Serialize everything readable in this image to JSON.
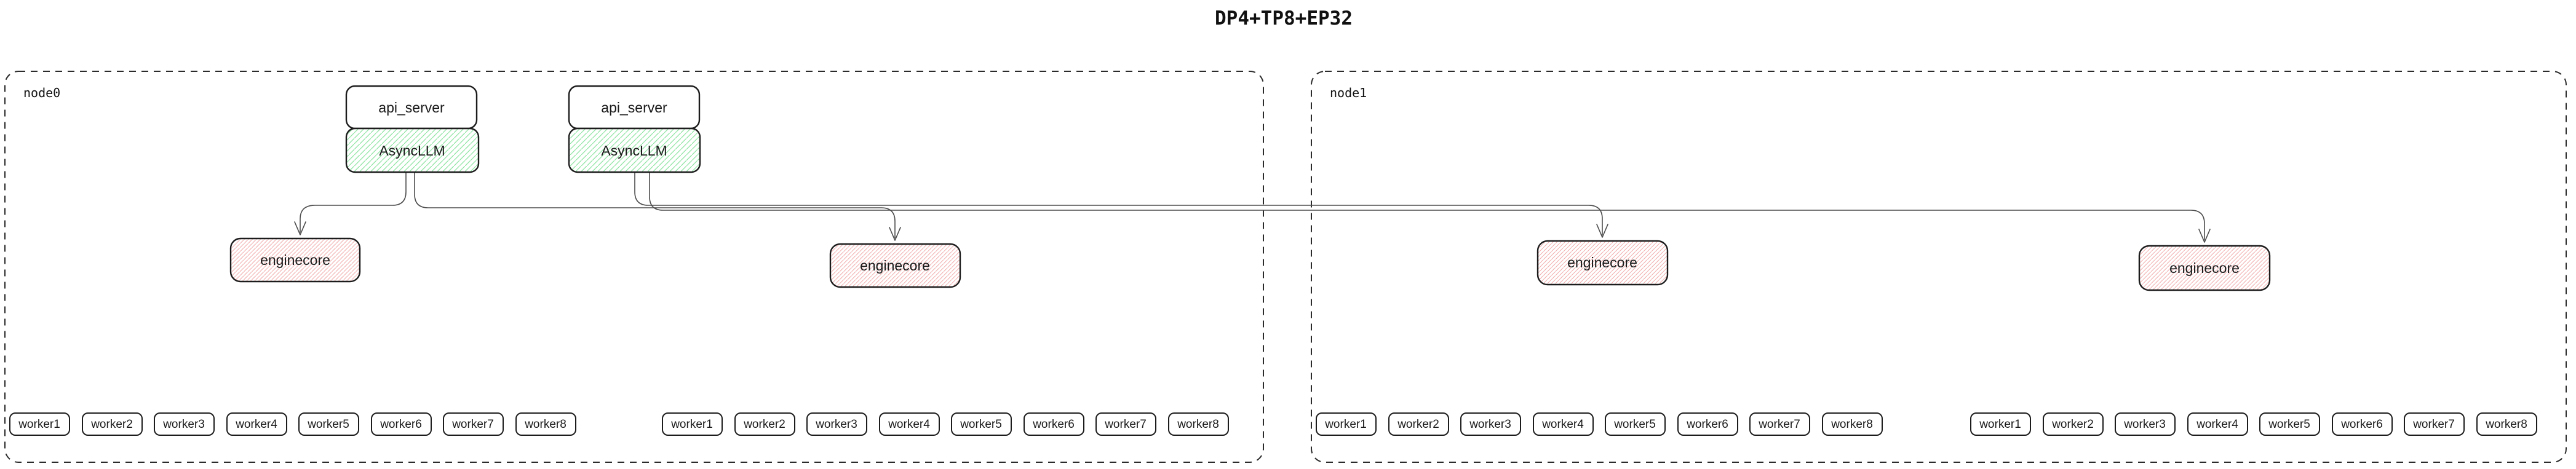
{
  "title": "DP4+TP8+EP32",
  "node0": {
    "label": "node0",
    "stacks": [
      {
        "api_server": "api_server",
        "async_llm": "AsyncLLM"
      },
      {
        "api_server": "api_server",
        "async_llm": "AsyncLLM"
      }
    ],
    "enginecores": [
      "enginecore",
      "enginecore"
    ],
    "worker_groups": [
      [
        "worker1",
        "worker2",
        "worker3",
        "worker4",
        "worker5",
        "worker6",
        "worker7",
        "worker8"
      ],
      [
        "worker1",
        "worker2",
        "worker3",
        "worker4",
        "worker5",
        "worker6",
        "worker7",
        "worker8"
      ]
    ]
  },
  "node1": {
    "label": "node1",
    "enginecores": [
      "enginecore",
      "enginecore"
    ],
    "worker_groups": [
      [
        "worker1",
        "worker2",
        "worker3",
        "worker4",
        "worker5",
        "worker6",
        "worker7",
        "worker8"
      ],
      [
        "worker1",
        "worker2",
        "worker3",
        "worker4",
        "worker5",
        "worker6",
        "worker7",
        "worker8"
      ]
    ]
  },
  "colors": {
    "green_hatch": "#90e5a3",
    "pink_hatch": "#f2aeae",
    "box_border": "#1c1c1c",
    "connector": "#4d4d4d",
    "node_border": "#2b2b2b",
    "text": "#1a1a1a"
  }
}
